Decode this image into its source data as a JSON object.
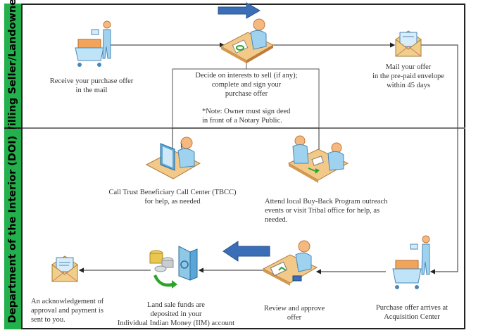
{
  "lanes": [
    {
      "label": "Willing Seller/Landowner"
    },
    {
      "label": "Department of the Interior (DOI)"
    }
  ],
  "steps": {
    "receive": {
      "text1": "Receive your purchase offer",
      "text2": "in the mail",
      "icon": "mail-cart-person-icon"
    },
    "decide": {
      "text1": "Decide on interests to sell (if any);",
      "text2": "complete and sign your",
      "text3": "purchase offer",
      "note1": "*Note: Owner must sign deed",
      "note2": "in front of a Notary Public.",
      "icon": "person-signing-desk-icon"
    },
    "mail": {
      "text1": "Mail your offer",
      "text2": "in the pre-paid envelope",
      "text3": "within 45 days",
      "icon": "envelope-icon"
    },
    "tbcc": {
      "text1": "Call Trust Beneficiary Call Center (TBCC)",
      "text2": "for help, as needed",
      "icon": "call-center-agent-icon"
    },
    "outreach": {
      "text1": "Attend local Buy-Back Program outreach",
      "text2": "events or visit Tribal office for help, as",
      "text3": "needed.",
      "icon": "meeting-handoff-icon"
    },
    "arrives": {
      "text1": "Purchase offer arrives at",
      "text2": "Acquisition Center",
      "icon": "mail-cart-person-icon"
    },
    "review": {
      "text1": "Review and approve",
      "text2": "offer",
      "icon": "person-reviewing-desk-icon"
    },
    "funds": {
      "text1": "Land sale funds are",
      "text2": "deposited in your",
      "text3": "Individual Indian Money (IIM) account",
      "icon": "coins-vault-icon"
    },
    "ack": {
      "text1": "An acknowledgement of",
      "text2": "approval and payment is",
      "text3": "sent to you.",
      "icon": "envelope-icon"
    }
  },
  "colors": {
    "lane_green": "#22b14c",
    "flow_arrow_blue": "#3a6fb7",
    "line_gray": "#555555"
  }
}
